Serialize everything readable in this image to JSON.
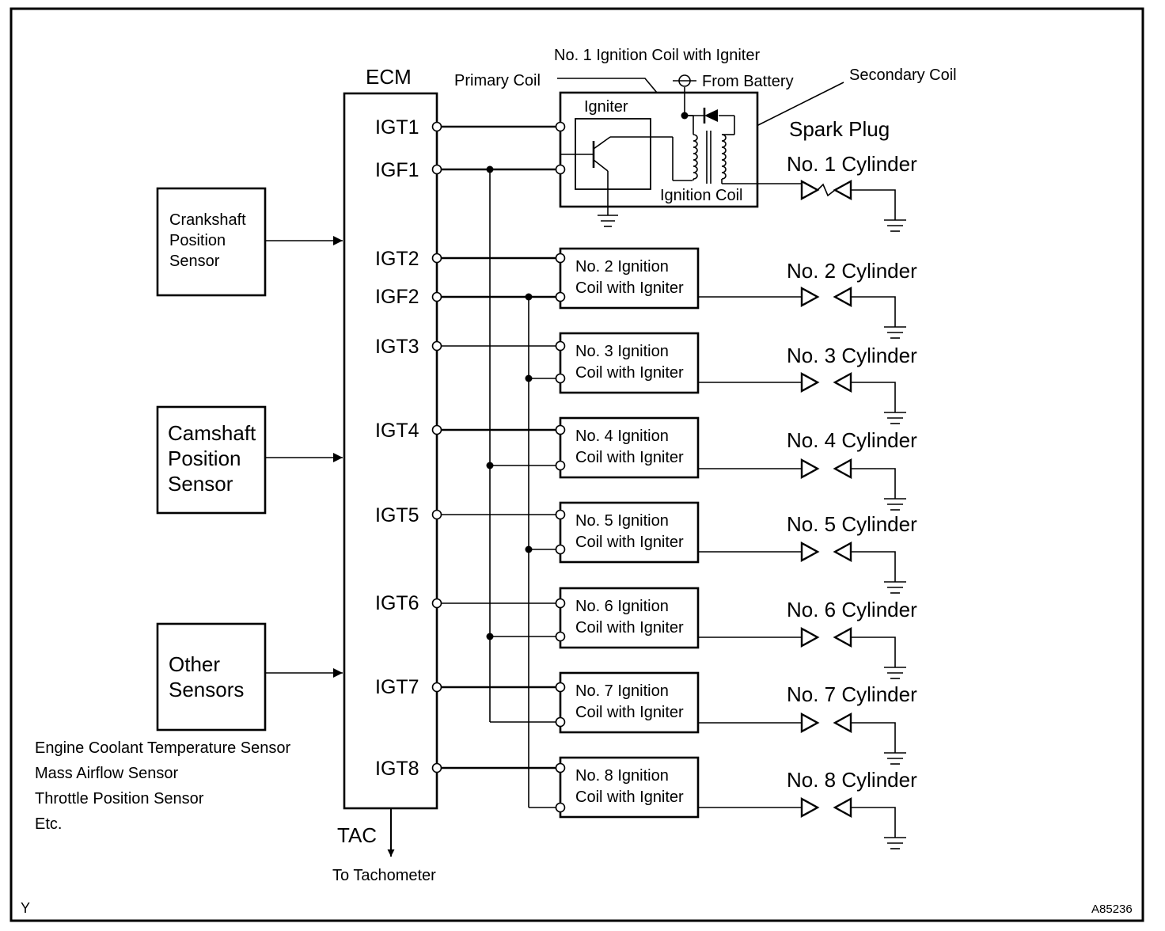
{
  "ecm": {
    "title": "ECM",
    "pins": [
      "IGT1",
      "IGF1",
      "IGT2",
      "IGF2",
      "IGT3",
      "IGT4",
      "IGT5",
      "IGT6",
      "IGT7",
      "IGT8"
    ],
    "tac_label": "TAC",
    "tac_destination": "To Tachometer"
  },
  "sensors": {
    "crankshaft": [
      "Crankshaft",
      "Position",
      "Sensor"
    ],
    "camshaft": [
      "Camshaft",
      "Position",
      "Sensor"
    ],
    "other": [
      "Other",
      "Sensors"
    ],
    "other_list": [
      "Engine Coolant Temperature Sensor",
      "Mass Airflow Sensor",
      "Throttle Position Sensor",
      "Etc."
    ]
  },
  "coil1": {
    "heading": "No. 1 Ignition Coil with Igniter",
    "primary_coil": "Primary Coil",
    "from_battery": "From Battery",
    "secondary_coil": "Secondary Coil",
    "igniter": "Igniter",
    "ignition_coil": "Ignition Coil",
    "spark_plug": "Spark Plug"
  },
  "coils": [
    [
      "No. 2 Ignition",
      "Coil with Igniter"
    ],
    [
      "No. 3 Ignition",
      "Coil with Igniter"
    ],
    [
      "No. 4 Ignition",
      "Coil with Igniter"
    ],
    [
      "No. 5 Ignition",
      "Coil with Igniter"
    ],
    [
      "No. 6 Ignition",
      "Coil with Igniter"
    ],
    [
      "No. 7 Ignition",
      "Coil with Igniter"
    ],
    [
      "No. 8 Ignition",
      "Coil with Igniter"
    ]
  ],
  "cylinders": [
    "No. 1 Cylinder",
    "No. 2 Cylinder",
    "No. 3 Cylinder",
    "No. 4 Cylinder",
    "No. 5 Cylinder",
    "No. 6 Cylinder",
    "No. 7 Cylinder",
    "No. 8 Cylinder"
  ],
  "corner_left": "Y",
  "figure_code": "A85236"
}
